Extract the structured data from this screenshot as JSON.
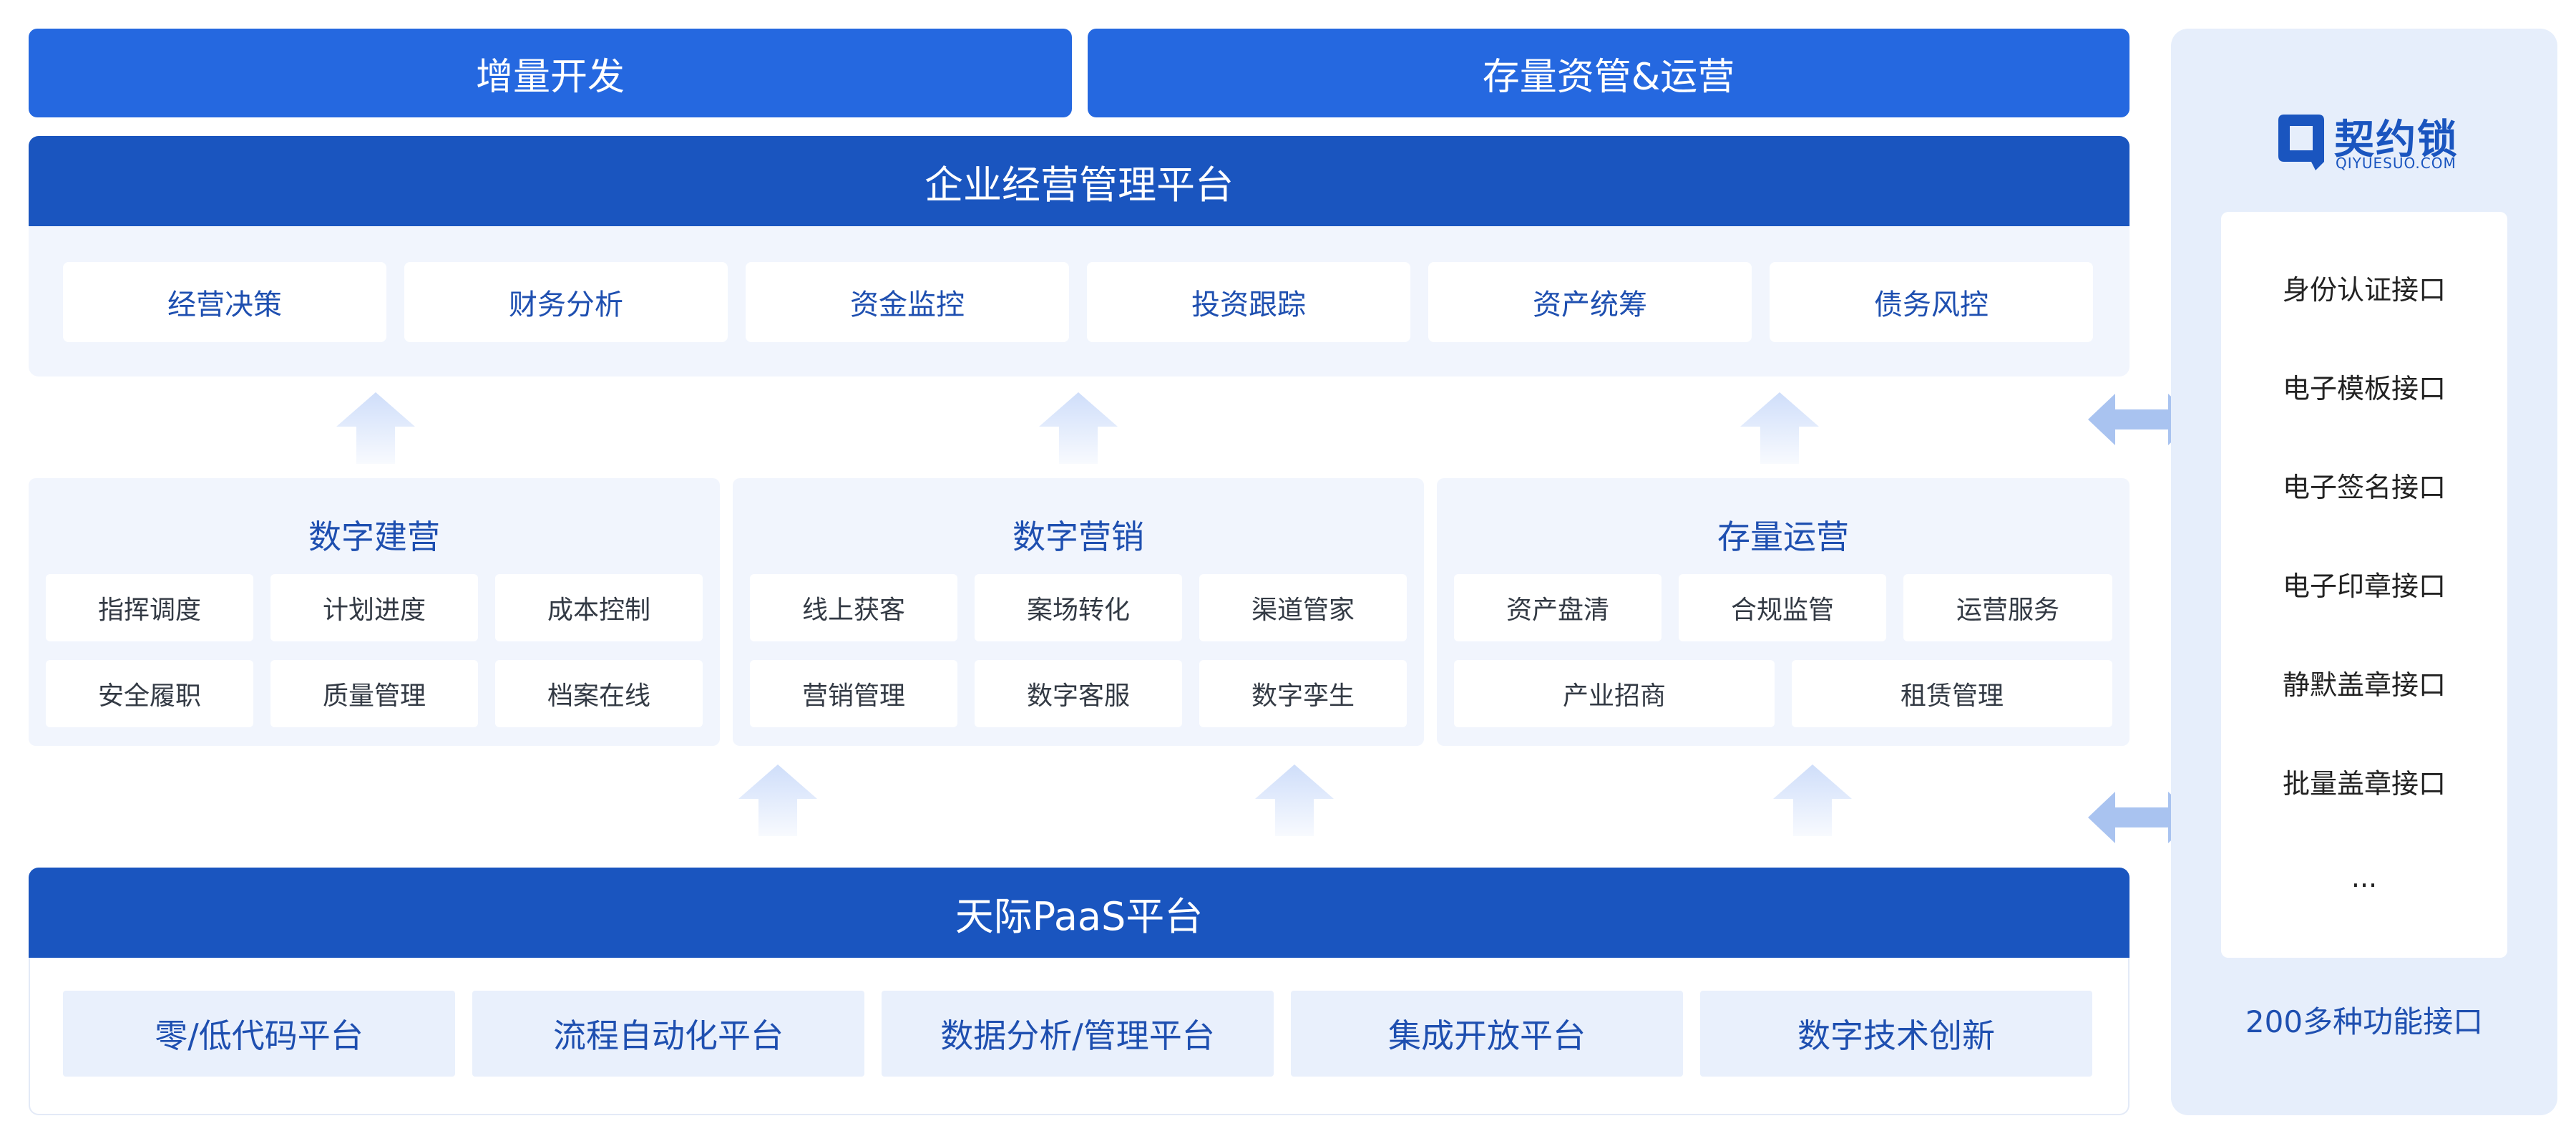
{
  "top_banners": {
    "left": "增量开发",
    "right": "存量资管&运营"
  },
  "enterprise": {
    "title": "企业经营管理平台",
    "items": [
      "经营决策",
      "财务分析",
      "资金监控",
      "投资跟踪",
      "资产统筹",
      "债务风控"
    ]
  },
  "modules": [
    {
      "title": "数字建营",
      "items": [
        "指挥调度",
        "计划进度",
        "成本控制",
        "安全履职",
        "质量管理",
        "档案在线"
      ]
    },
    {
      "title": "数字营销",
      "items": [
        "线上获客",
        "案场转化",
        "渠道管家",
        "营销管理",
        "数字客服",
        "数字孪生"
      ]
    },
    {
      "title": "存量运营",
      "items": [
        "资产盘清",
        "合规监管",
        "运营服务",
        "产业招商",
        "租赁管理"
      ]
    }
  ],
  "paas": {
    "title": "天际PaaS平台",
    "items": [
      "零/低代码平台",
      "流程自动化平台",
      "数据分析/管理平台",
      "集成开放平台",
      "数字技术创新"
    ]
  },
  "sidebar": {
    "logo_text": "契约锁",
    "logo_sub": "QIYUESUO.COM",
    "items": [
      "身份认证接口",
      "电子模板接口",
      "电子签名接口",
      "电子印章接口",
      "静默盖章接口",
      "批量盖章接口",
      "..."
    ],
    "footer": "200多种功能接口"
  },
  "colors": {
    "accent": "#2568e0",
    "dark_bar": "#1a55bf",
    "panel": "#f1f5fd",
    "arrow": "#d6e3fa",
    "double_arrow": "#a9c3f0"
  }
}
